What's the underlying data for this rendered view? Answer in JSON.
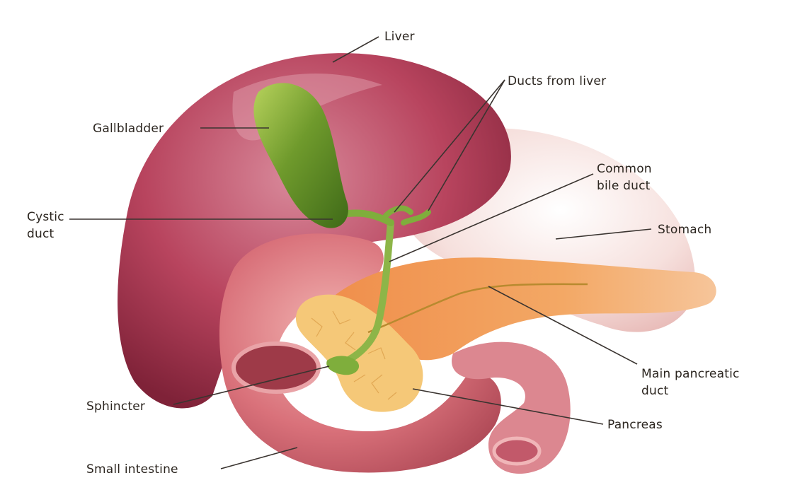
{
  "labels": {
    "liver": "Liver",
    "ducts_from_liver": "Ducts from liver",
    "gallbladder": "Gallbladder",
    "common_bile_duct_line1": "Common",
    "common_bile_duct_line2": "bile duct",
    "cystic_duct_line1": "Cystic",
    "cystic_duct_line2": "duct",
    "stomach": "Stomach",
    "main_pancreatic_duct_line1": "Main pancreatic",
    "main_pancreatic_duct_line2": "duct",
    "sphincter": "Sphincter",
    "pancreas": "Pancreas",
    "small_intestine": "Small intestine"
  },
  "colors": {
    "background": "#ffffff",
    "liver": "#b8445e",
    "stomach": "#f3d9d6",
    "intestine": "#d9717a",
    "gallbladder": "#6f9a2c",
    "pancreas": "#f0a055",
    "pancreas_head": "#f5c878",
    "duct": "#8db548",
    "leader_line": "#3a3430",
    "label_text": "#2c2620"
  }
}
